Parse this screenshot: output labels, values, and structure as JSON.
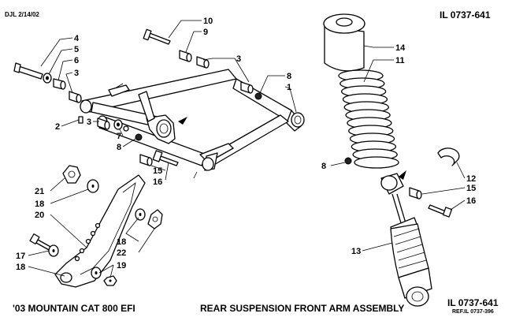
{
  "header": {
    "drawing_code": "DJL 2/14/02",
    "illustration_id": "IL 0737-641"
  },
  "footer": {
    "model": "'03 MOUNTAIN CAT 800 EFI",
    "title": "REAR SUSPENSION FRONT ARM ASSEMBLY",
    "illustration_id": "IL 0737-641",
    "reference": "REF.IL 0737-396"
  },
  "callouts": {
    "c10": "10",
    "c9": "9",
    "c4": "4",
    "c5": "5",
    "c6": "6",
    "c3a": "3",
    "c3b": "3",
    "c8a": "8",
    "c1": "1",
    "c2": "2",
    "c3c": "3",
    "c7": "7",
    "c8b": "8",
    "c15a": "15",
    "c16a": "16",
    "c21": "21",
    "c18a": "18",
    "c20": "20",
    "c17": "17",
    "c18b": "18",
    "c18c": "18",
    "c22": "22",
    "c19": "19",
    "c14": "14",
    "c11": "11",
    "c8c": "8",
    "c12": "12",
    "c15b": "15",
    "c16b": "16",
    "c13": "13"
  }
}
